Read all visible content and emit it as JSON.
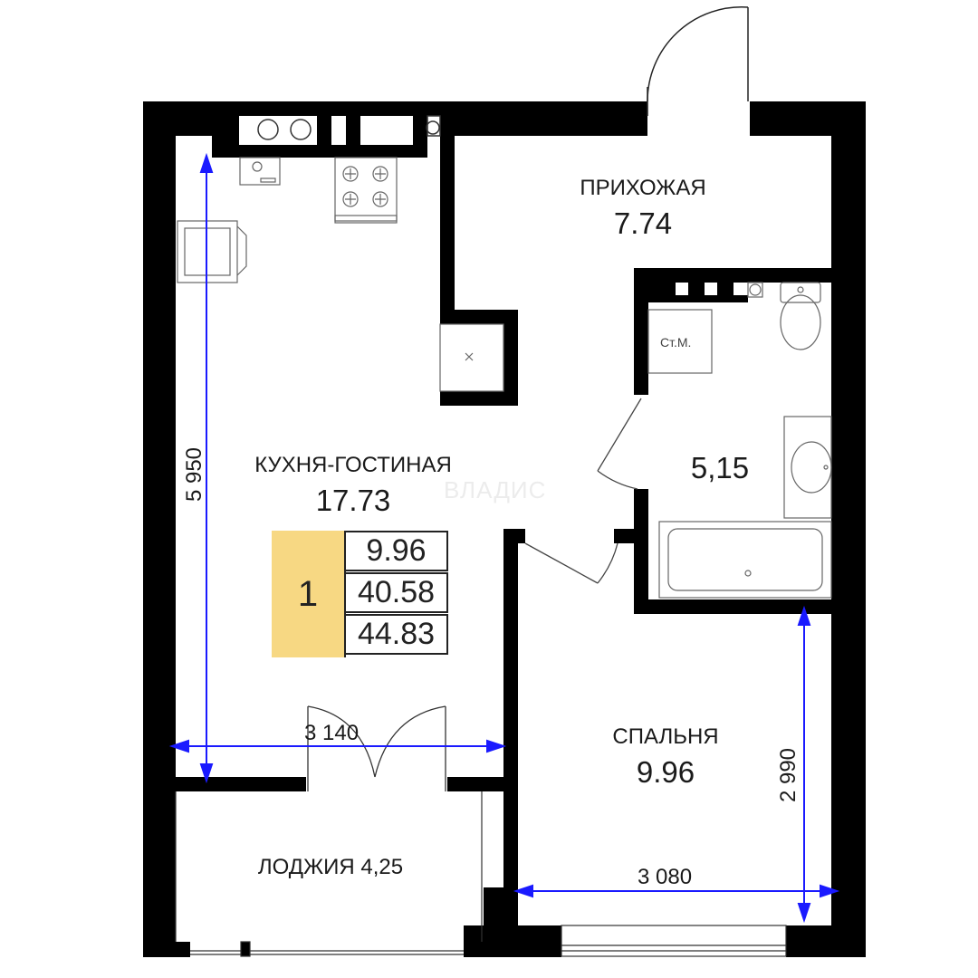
{
  "rooms": {
    "kitchen": {
      "name": "КУХНЯ-ГОСТИНАЯ",
      "area": "17.73"
    },
    "hallway": {
      "name": "ПРИХОЖАЯ",
      "area": "7.74"
    },
    "bathroom": {
      "area": "5,15"
    },
    "bedroom": {
      "name": "СПАЛЬНЯ",
      "area": "9.96"
    },
    "loggia": {
      "label": "ЛОДЖИЯ 4,25"
    }
  },
  "washer_label": "Ст.М.",
  "watermark": "ВЛАДИС",
  "summary": {
    "room_count": "1",
    "living_area": "9.96",
    "total_area": "40.58",
    "total_with_loggia": "44.83"
  },
  "dimensions": {
    "kitchen_height": "5 950",
    "kitchen_width": "3 140",
    "bedroom_height": "2 990",
    "bedroom_width": "3 080"
  },
  "colors": {
    "wall": "#000000",
    "dimension_line": "#1a1aff",
    "summary_accent": "#f7d883"
  }
}
